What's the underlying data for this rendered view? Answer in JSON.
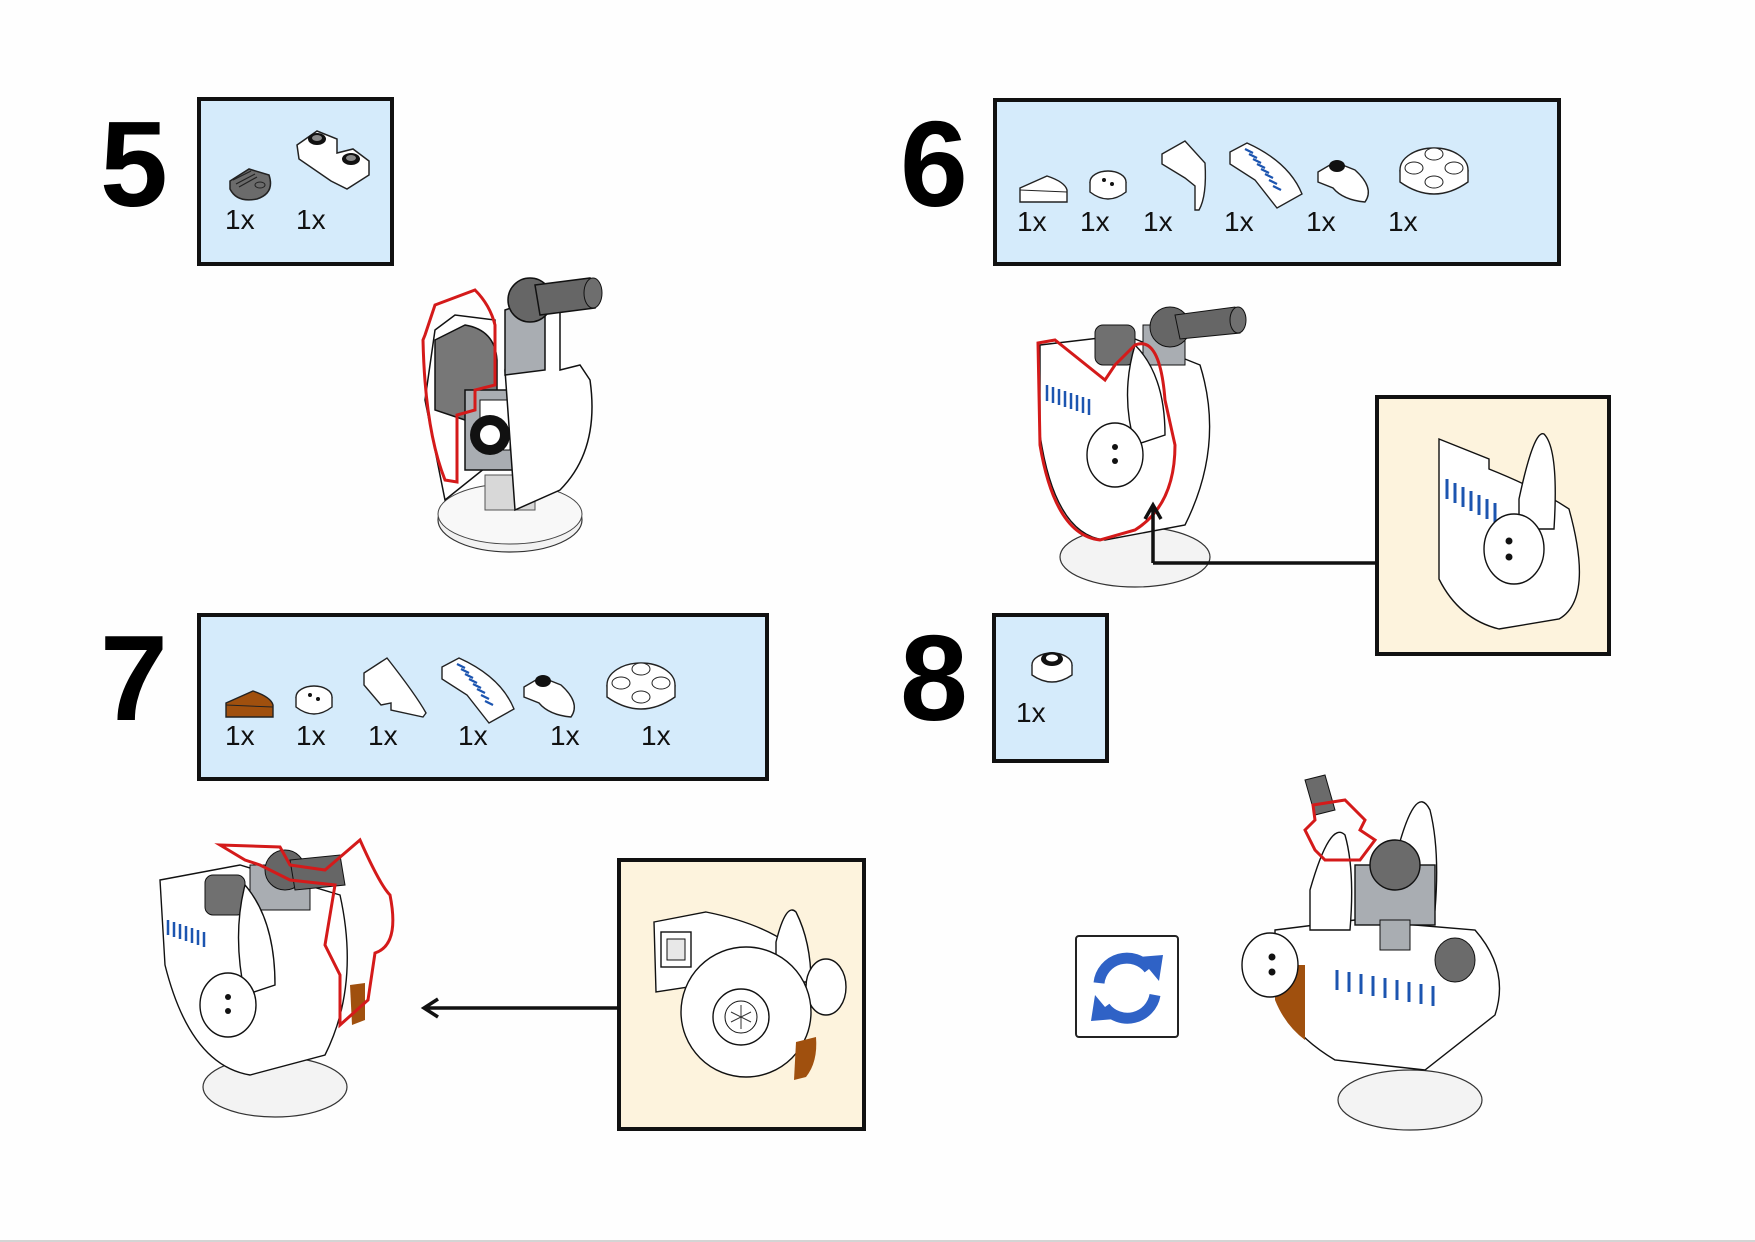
{
  "document": "Building instructions page",
  "colors": {
    "parts_box_bg": "#d5ebfb",
    "callout_bg": "#fdf3dd",
    "highlight_outline": "#d41a1a",
    "rotate_icon": "#2f62c6",
    "reddish_brown": "#a0500e",
    "dark_gray": "#6b6b6b",
    "light_gray": "#a8acb0",
    "stripe_blue": "#1c55b0"
  },
  "steps": [
    {
      "number": "5",
      "parts": [
        {
          "name": "tile-round-1x1-half-dark-gray",
          "qty": "1x"
        },
        {
          "name": "plate-inverted-slope-1x2-white",
          "qty": "1x"
        }
      ]
    },
    {
      "number": "6",
      "parts": [
        {
          "name": "tile-quarter-round-white",
          "qty": "1x"
        },
        {
          "name": "tile-round-1x1-two-dots",
          "qty": "1x"
        },
        {
          "name": "wedge-slope-white",
          "qty": "1x"
        },
        {
          "name": "curved-slope-blue-stripes",
          "qty": "1x"
        },
        {
          "name": "plate-with-tooth",
          "qty": "1x"
        },
        {
          "name": "plate-round-2x2-white",
          "qty": "1x"
        }
      ],
      "callout": true
    },
    {
      "number": "7",
      "parts": [
        {
          "name": "tile-quarter-round-reddish-brown",
          "qty": "1x"
        },
        {
          "name": "tile-round-1x1-two-dots",
          "qty": "1x"
        },
        {
          "name": "wedge-slope-white",
          "qty": "1x"
        },
        {
          "name": "curved-slope-blue-stripes",
          "qty": "1x"
        },
        {
          "name": "plate-with-tooth",
          "qty": "1x"
        },
        {
          "name": "plate-round-2x2-white",
          "qty": "1x"
        }
      ],
      "callout": true
    },
    {
      "number": "8",
      "parts": [
        {
          "name": "round-plate-1x1-open-stud",
          "qty": "1x"
        }
      ],
      "rotate_icon": "rotate-model-icon"
    }
  ]
}
